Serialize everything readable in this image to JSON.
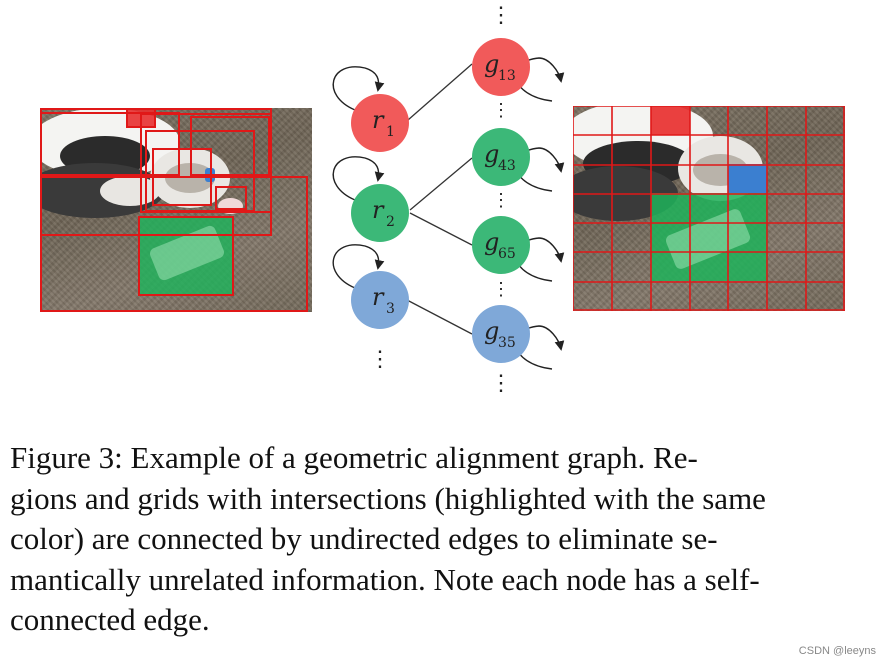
{
  "figure": {
    "caption_lines": [
      "Figure 3: Example of a geometric alignment graph. Re-",
      "gions and grids with intersections (highlighted with the same",
      "color) are connected by undirected edges to eliminate se-",
      "mantically unrelated information. Note each node has a self-",
      "connected edge."
    ],
    "colors": {
      "red_node": "#f15a5a",
      "green_node": "#3cb878",
      "blue_node": "#7fa8d8",
      "box_red": "#e01818",
      "highlight_green": "#1fb35b",
      "highlight_red": "#e83030",
      "highlight_blue": "#3b7fd0"
    },
    "region_nodes": [
      {
        "id": "r1",
        "letter": "r",
        "sub": "1",
        "color": "red"
      },
      {
        "id": "r2",
        "letter": "r",
        "sub": "2",
        "color": "green"
      },
      {
        "id": "r3",
        "letter": "r",
        "sub": "3",
        "color": "blue"
      }
    ],
    "grid_nodes": [
      {
        "id": "g13",
        "letter": "g",
        "sub": "13",
        "color": "red"
      },
      {
        "id": "g43",
        "letter": "g",
        "sub": "43",
        "color": "green"
      },
      {
        "id": "g65",
        "letter": "g",
        "sub": "65",
        "color": "green"
      },
      {
        "id": "g35",
        "letter": "g",
        "sub": "35",
        "color": "blue"
      }
    ],
    "edges": [
      [
        "r1",
        "g13"
      ],
      [
        "r2",
        "g43"
      ],
      [
        "r2",
        "g65"
      ],
      [
        "r3",
        "g35"
      ]
    ],
    "ellipsis_glyph": "⋮"
  },
  "watermark": "CSDN @leeyns"
}
